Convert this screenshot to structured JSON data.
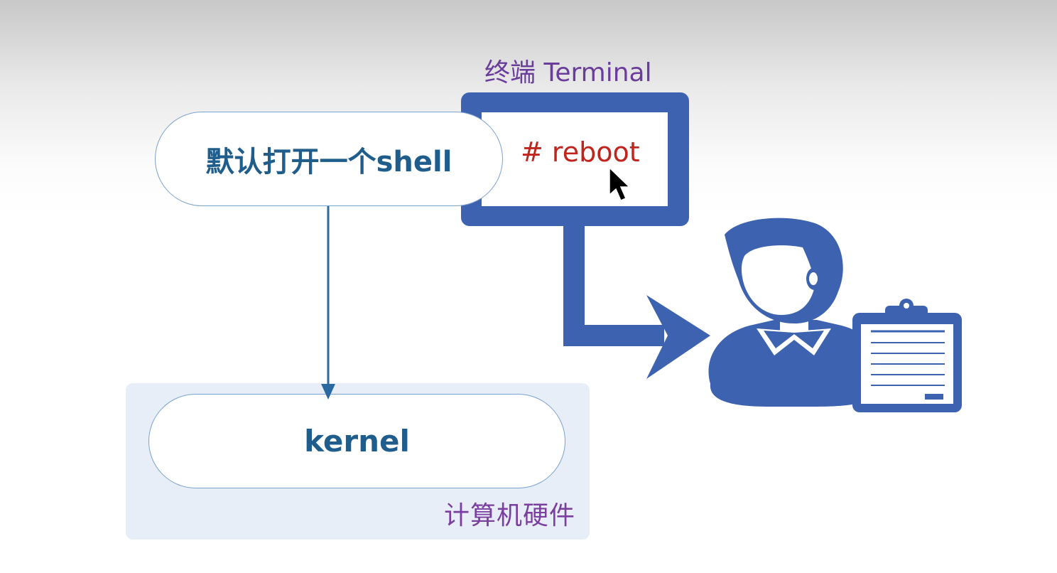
{
  "nodes": {
    "shell": {
      "label": "默认打开一个shell"
    },
    "kernel": {
      "label": "kernel"
    },
    "hardware": {
      "label": "计算机硬件"
    },
    "terminal": {
      "title": "终端 Terminal",
      "command": "# reboot"
    }
  },
  "colors": {
    "terminal_blue": "#3d63b0",
    "command_red": "#c0241c",
    "label_purple": "#6a3c9b",
    "node_text": "#1f5d8c",
    "panel_bg": "#e8eef8"
  },
  "icons": [
    "arrow-down-icon",
    "mouse-cursor-icon",
    "user-icon",
    "clipboard-icon"
  ]
}
